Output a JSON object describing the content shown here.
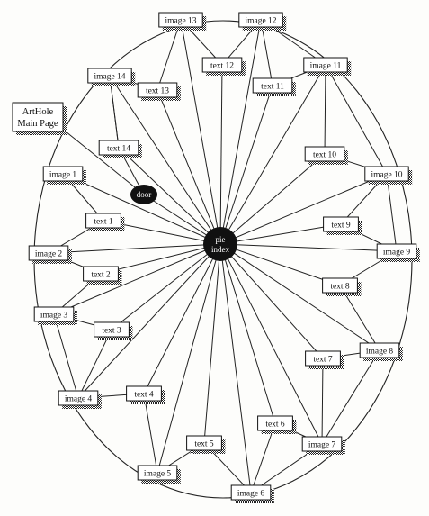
{
  "diagram": {
    "hub": {
      "line1": "pie",
      "line2": "index"
    },
    "door": "door",
    "main_page": {
      "line1": "ArtHole",
      "line2": "Main Page"
    },
    "images": [
      "image 1",
      "image 2",
      "image 3",
      "image 4",
      "image 5",
      "image 6",
      "image 7",
      "image 8",
      "image 9",
      "image 10",
      "image 11",
      "image 12",
      "image 13",
      "image 14"
    ],
    "texts": [
      "text 1",
      "text 2",
      "text 3",
      "text 4",
      "text 5",
      "text 6",
      "text 7",
      "text 8",
      "text 9",
      "text 10",
      "text 11",
      "text 12",
      "text 13",
      "text 14"
    ],
    "colors": {
      "ink": "#111111",
      "paper": "#fdfdfb",
      "hub_fill": "#111111"
    }
  }
}
